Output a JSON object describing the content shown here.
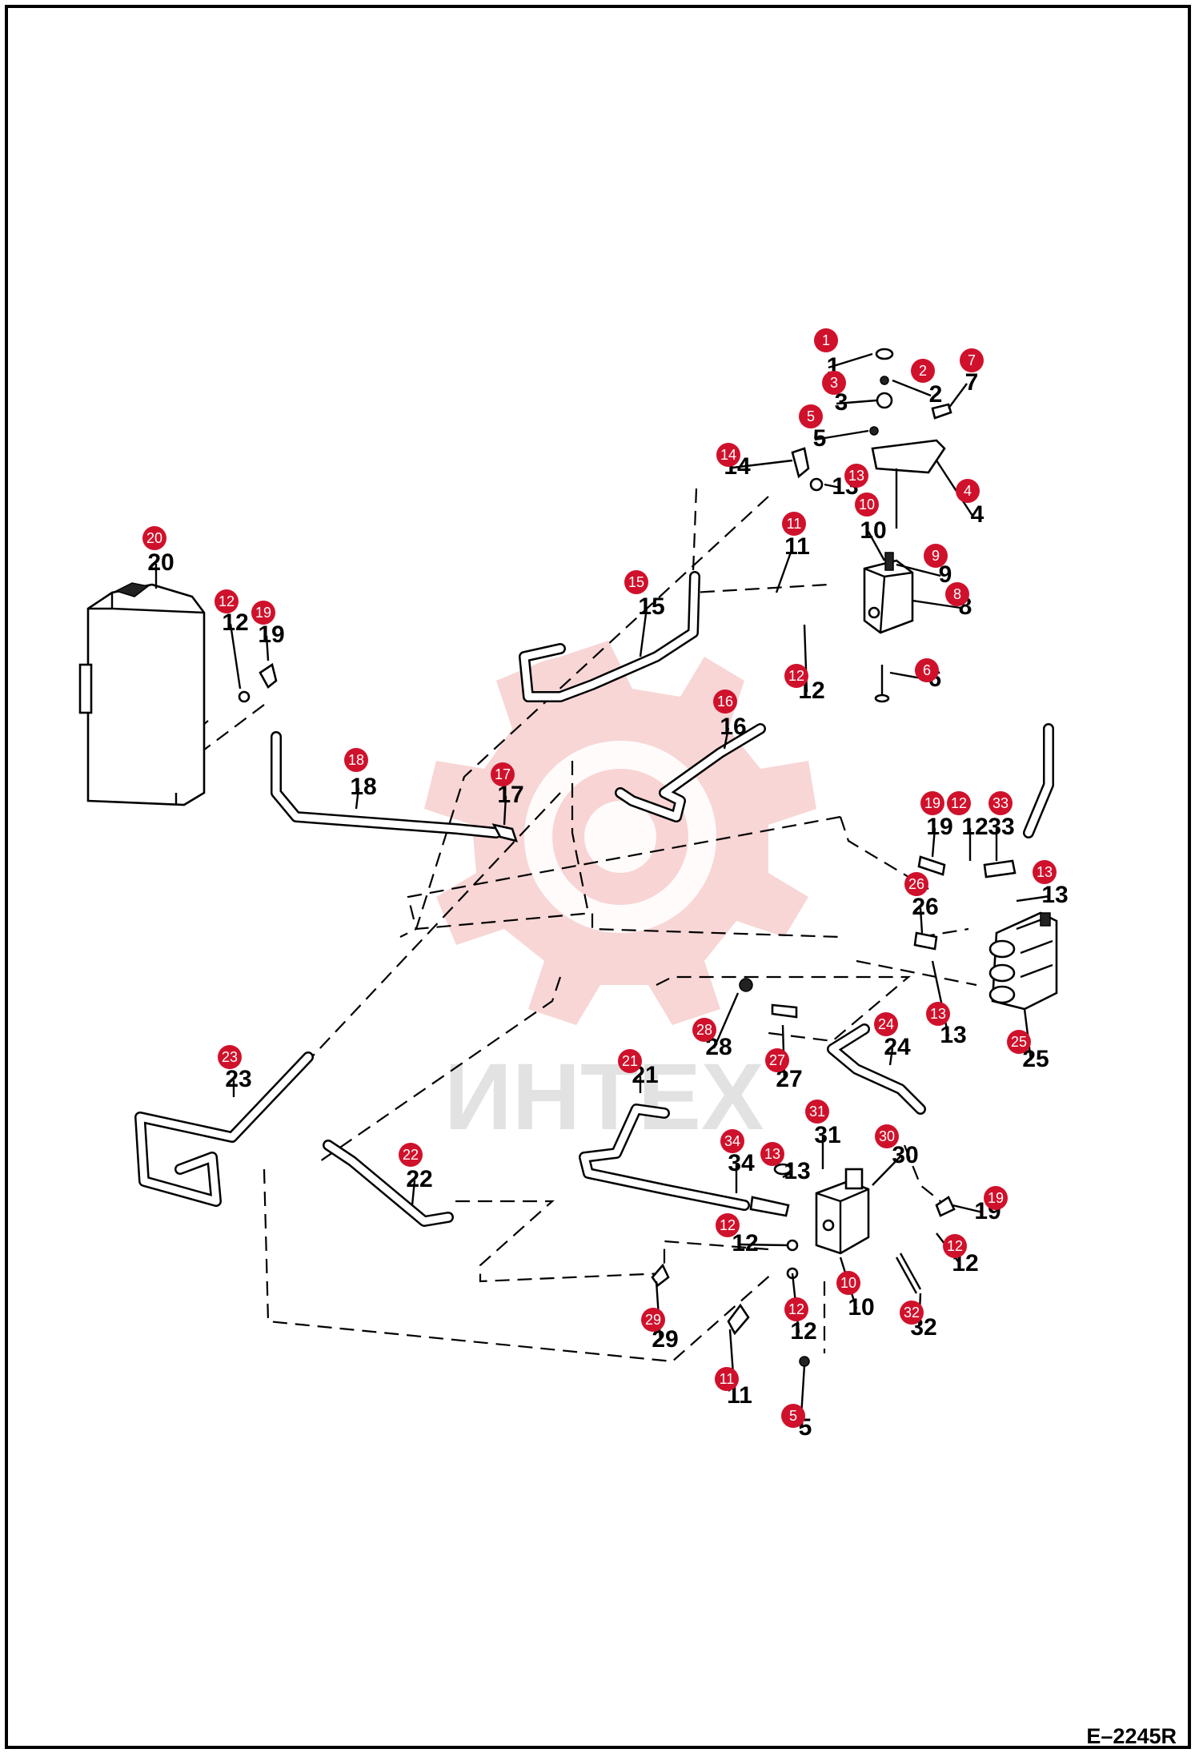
{
  "drawing_code": "E–2245R",
  "callouts": [
    {
      "id": "1",
      "label": "1"
    },
    {
      "id": "2",
      "label": "2"
    },
    {
      "id": "3",
      "label": "3"
    },
    {
      "id": "5a",
      "label": "5"
    },
    {
      "id": "7",
      "label": "7"
    },
    {
      "id": "14",
      "label": "14"
    },
    {
      "id": "4",
      "label": "4"
    },
    {
      "id": "13a",
      "label": "13"
    },
    {
      "id": "10a",
      "label": "10"
    },
    {
      "id": "20",
      "label": "20"
    },
    {
      "id": "11a",
      "label": "11"
    },
    {
      "id": "9",
      "label": "9"
    },
    {
      "id": "12a",
      "label": "12"
    },
    {
      "id": "19a",
      "label": "19"
    },
    {
      "id": "15",
      "label": "15"
    },
    {
      "id": "8",
      "label": "8"
    },
    {
      "id": "12b",
      "label": "12"
    },
    {
      "id": "6",
      "label": "6"
    },
    {
      "id": "16",
      "label": "16"
    },
    {
      "id": "18",
      "label": "18"
    },
    {
      "id": "17",
      "label": "17"
    },
    {
      "id": "19b",
      "label": "19"
    },
    {
      "id": "12c",
      "label": "12"
    },
    {
      "id": "33",
      "label": "33"
    },
    {
      "id": "13b",
      "label": "13"
    },
    {
      "id": "26",
      "label": "26"
    },
    {
      "id": "13c",
      "label": "13"
    },
    {
      "id": "28",
      "label": "28"
    },
    {
      "id": "24",
      "label": "24"
    },
    {
      "id": "25",
      "label": "25"
    },
    {
      "id": "23",
      "label": "23"
    },
    {
      "id": "21",
      "label": "21"
    },
    {
      "id": "27",
      "label": "27"
    },
    {
      "id": "31",
      "label": "31"
    },
    {
      "id": "30",
      "label": "30"
    },
    {
      "id": "34",
      "label": "34"
    },
    {
      "id": "13d",
      "label": "13"
    },
    {
      "id": "22",
      "label": "22"
    },
    {
      "id": "19c",
      "label": "19"
    },
    {
      "id": "12d",
      "label": "12"
    },
    {
      "id": "12e",
      "label": "12"
    },
    {
      "id": "10b",
      "label": "10"
    },
    {
      "id": "29",
      "label": "29"
    },
    {
      "id": "12f",
      "label": "12"
    },
    {
      "id": "32",
      "label": "32"
    },
    {
      "id": "11b",
      "label": "11"
    },
    {
      "id": "5b",
      "label": "5"
    }
  ],
  "watermark": "ИНТЕХ"
}
